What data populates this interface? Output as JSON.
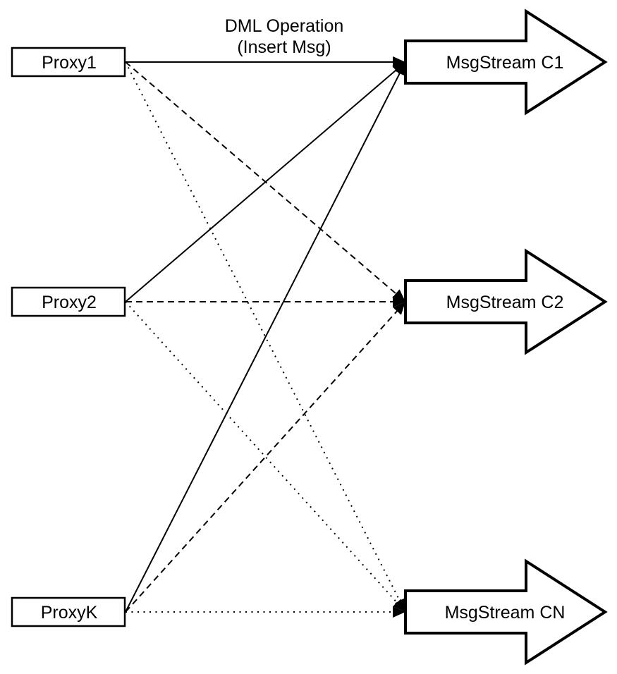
{
  "header": {
    "line1": "DML Operation",
    "line2": "(Insert Msg)"
  },
  "nodes": {
    "proxies": [
      {
        "id": "proxy1",
        "label": "Proxy1"
      },
      {
        "id": "proxy2",
        "label": "Proxy2"
      },
      {
        "id": "proxyk",
        "label": "ProxyK"
      }
    ],
    "streams": [
      {
        "id": "c1",
        "label": "MsgStream C1"
      },
      {
        "id": "c2",
        "label": "MsgStream C2"
      },
      {
        "id": "cn",
        "label": "MsgStream CN"
      }
    ]
  },
  "edges": [
    {
      "from": "proxy1",
      "to": "c1",
      "style": "solid"
    },
    {
      "from": "proxy2",
      "to": "c1",
      "style": "solid"
    },
    {
      "from": "proxyk",
      "to": "c1",
      "style": "solid"
    },
    {
      "from": "proxy1",
      "to": "c2",
      "style": "dashed"
    },
    {
      "from": "proxy2",
      "to": "c2",
      "style": "dashed"
    },
    {
      "from": "proxyk",
      "to": "c2",
      "style": "dashed"
    },
    {
      "from": "proxy1",
      "to": "cn",
      "style": "dotted"
    },
    {
      "from": "proxy2",
      "to": "cn",
      "style": "dotted"
    },
    {
      "from": "proxyk",
      "to": "cn",
      "style": "dotted"
    }
  ],
  "colors": {
    "line": "#000000",
    "node_fill": "#ffffff",
    "background": "#ffffff"
  }
}
